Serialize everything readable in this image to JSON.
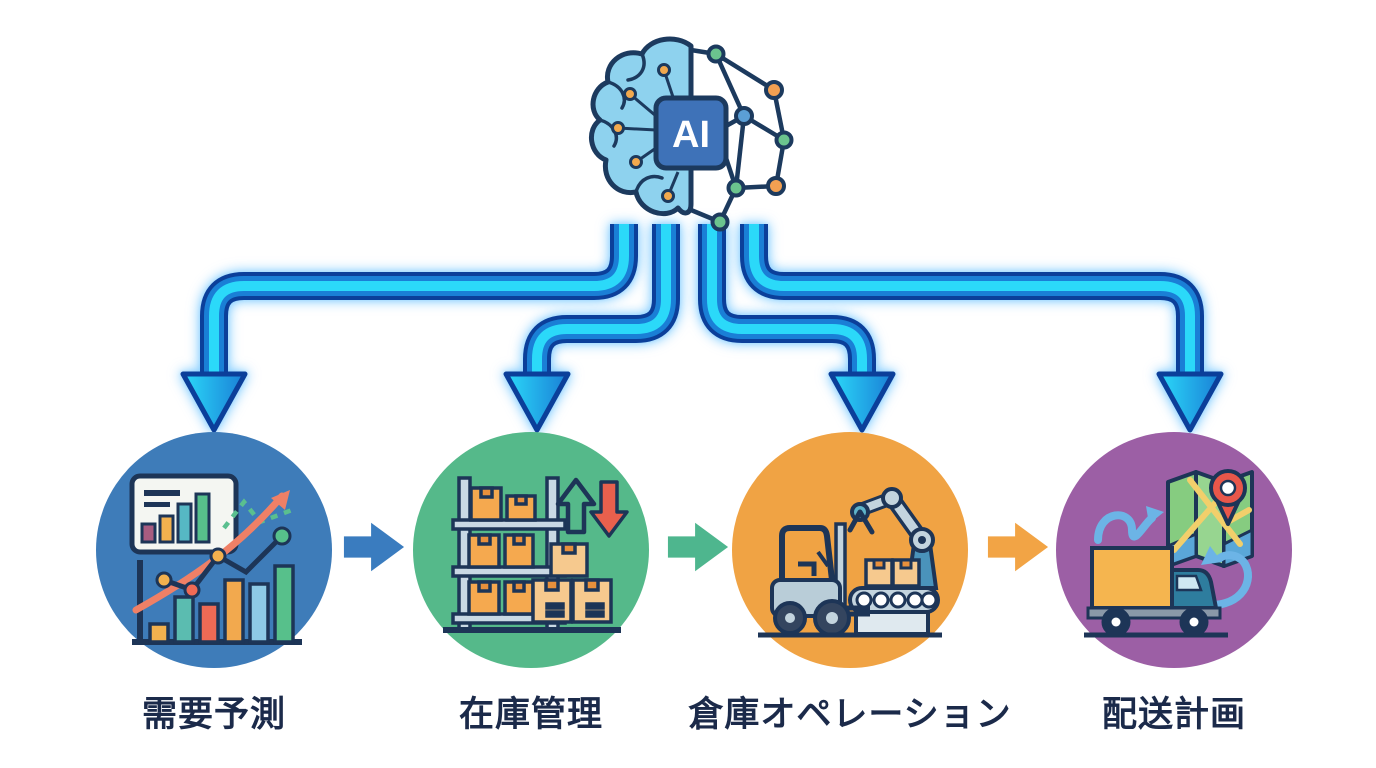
{
  "diagram": {
    "hub": {
      "chip_label": "AI",
      "icon": "ai-brain-chip-icon",
      "chip_color": "#3e72b8",
      "brain_color": "#8ed2ee",
      "outline_color": "#1c3a5e",
      "node_colors": {
        "green": "#6bc48e",
        "orange": "#f2a052",
        "blue": "#5b9fd6"
      }
    },
    "branch_arrows": {
      "count": 4,
      "border_color": "#0b3f9a",
      "body_color": "#1a7fd6",
      "core_color": "#2bd9f9",
      "glow_color": "#8fd4ff"
    },
    "stages": [
      {
        "id": "demand-forecast",
        "label": "需要予測",
        "circle_color": "#3e7cb9",
        "icon": "demand-forecast-chart-icon"
      },
      {
        "id": "inventory-management",
        "label": "在庫管理",
        "circle_color": "#55b98a",
        "icon": "inventory-shelf-boxes-icon"
      },
      {
        "id": "warehouse-operations",
        "label": "倉庫オペレーション",
        "circle_color": "#f0a344",
        "icon": "forklift-conveyor-robot-icon"
      },
      {
        "id": "delivery-planning",
        "label": "配送計画",
        "circle_color": "#9c5fa5",
        "icon": "truck-route-map-icon"
      }
    ],
    "stage_connectors": [
      {
        "from": "需要予測",
        "to": "在庫管理",
        "color": "#3a7cbf"
      },
      {
        "from": "在庫管理",
        "to": "倉庫オペレーション",
        "color": "#4eb68e"
      },
      {
        "from": "倉庫オペレーション",
        "to": "配送計画",
        "color": "#f2a445"
      }
    ]
  }
}
